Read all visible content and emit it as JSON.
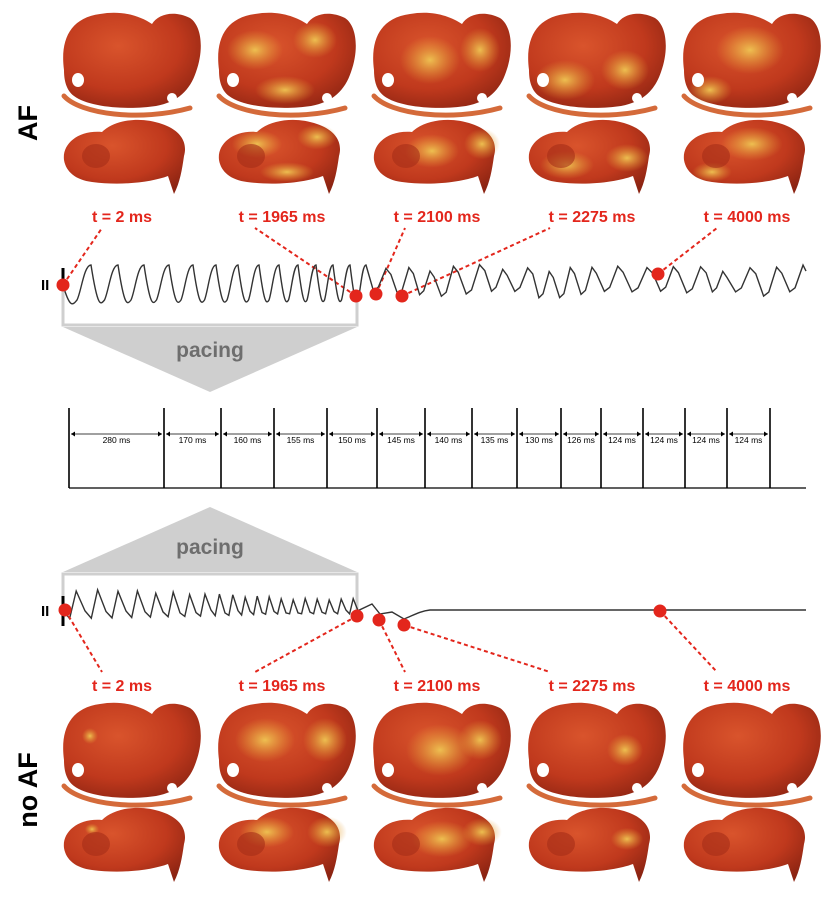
{
  "top_panel": {
    "condition_label": "AF",
    "lead_label": "II",
    "pacing_label": "pacing",
    "time_labels": [
      "t = 2 ms",
      "t = 1965 ms",
      "t = 2100 ms",
      "t = 2275 ms",
      "t = 4000 ms"
    ]
  },
  "pacing_protocol": {
    "interval_labels": [
      "280 ms",
      "170 ms",
      "160 ms",
      "155 ms",
      "150 ms",
      "145 ms",
      "140 ms",
      "135 ms",
      "130 ms",
      "126 ms",
      "124 ms",
      "124 ms",
      "124 ms",
      "124 ms"
    ]
  },
  "bottom_panel": {
    "condition_label": "no AF",
    "lead_label": "II",
    "pacing_label": "pacing",
    "time_labels": [
      "t = 2 ms",
      "t = 1965 ms",
      "t = 2100 ms",
      "t = 2275 ms",
      "t = 4000 ms"
    ]
  },
  "colors": {
    "marker": "#e3261c",
    "tissue_base": "#c33a1e",
    "tissue_activated": "#e9b43c",
    "pacing_funnel": "#cfcfcf",
    "trace": "#333333"
  }
}
